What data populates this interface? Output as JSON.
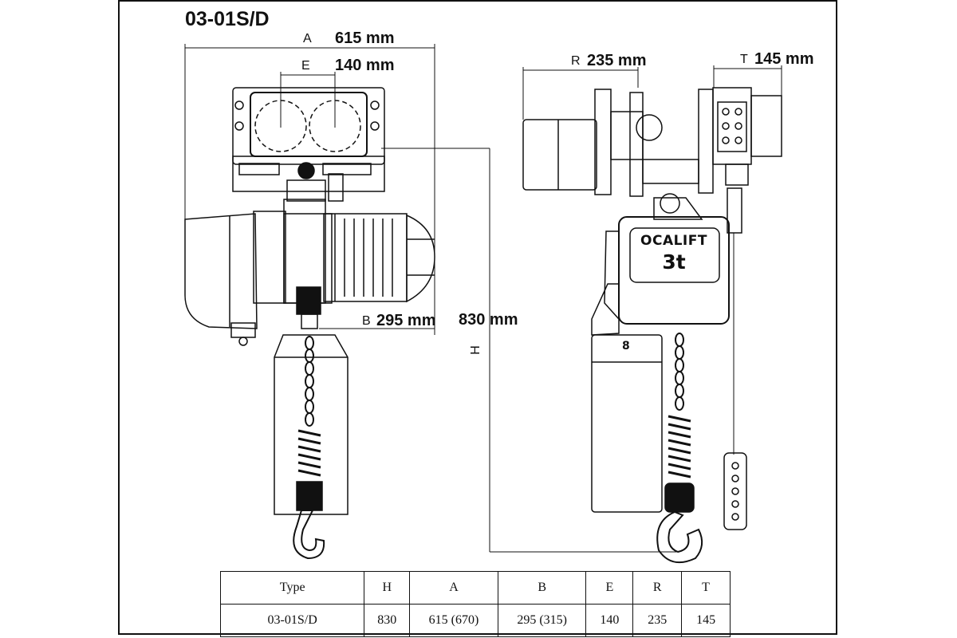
{
  "title": "03-01S/D",
  "dimensions": {
    "A": {
      "letter": "A",
      "value": "615 mm"
    },
    "E": {
      "letter": "E",
      "value": "140 mm"
    },
    "B": {
      "letter": "B",
      "value": "295 mm"
    },
    "H": {
      "letter": "H",
      "value": "830 mm"
    },
    "R": {
      "letter": "R",
      "value": "235 mm"
    },
    "T": {
      "letter": "T",
      "value": "145 mm"
    }
  },
  "hoist_label": {
    "brand": "OCALIFT",
    "capacity": "3t"
  },
  "weight_box_mark": "8",
  "spec_table": {
    "headers": [
      "Type",
      "H",
      "A",
      "B",
      "E",
      "R",
      "T"
    ],
    "rows": [
      [
        "03-01S/D",
        "830",
        "615 (670)",
        "295 (315)",
        "140",
        "235",
        "145"
      ]
    ]
  }
}
